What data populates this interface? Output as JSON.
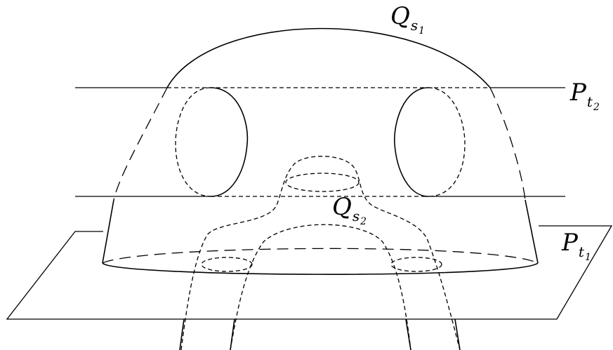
{
  "labels": {
    "q_s1": {
      "main": "Q",
      "sub": "s",
      "subsub": "1"
    },
    "p_t2": {
      "main": "P",
      "sub": "t",
      "subsub": "2"
    },
    "q_s2": {
      "main": "Q",
      "sub": "s",
      "subsub": "2"
    },
    "p_t1": {
      "main": "P",
      "sub": "t",
      "subsub": "1"
    }
  }
}
